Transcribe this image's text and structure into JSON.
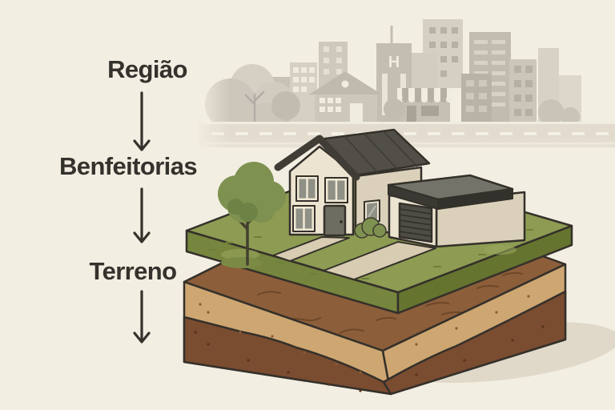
{
  "diagram": {
    "steps": [
      {
        "label": "Região"
      },
      {
        "label": "Benfeitorias"
      },
      {
        "label": "Terreno"
      }
    ]
  },
  "skyline": {
    "hospital_letter": "H"
  },
  "colors": {
    "background": "#f3eee2",
    "text": "#34322c",
    "grass_top": "#8d9c52",
    "grass_front": "#76863e",
    "grass_side": "#65742f",
    "soil_top": "#8c5e3a",
    "soil_tan": "#cda671",
    "soil_subsoil": "#7a4c30",
    "house_front_wall": "#ece4d0",
    "house_side_wall": "#dbd1ba",
    "roof": "#514f47",
    "garage_roof": "#74736a",
    "path": "#d8cdb2",
    "tree_foliage": "#7e9150",
    "skyline_gray": "#cdc6ba",
    "road": "#e2dbce"
  }
}
